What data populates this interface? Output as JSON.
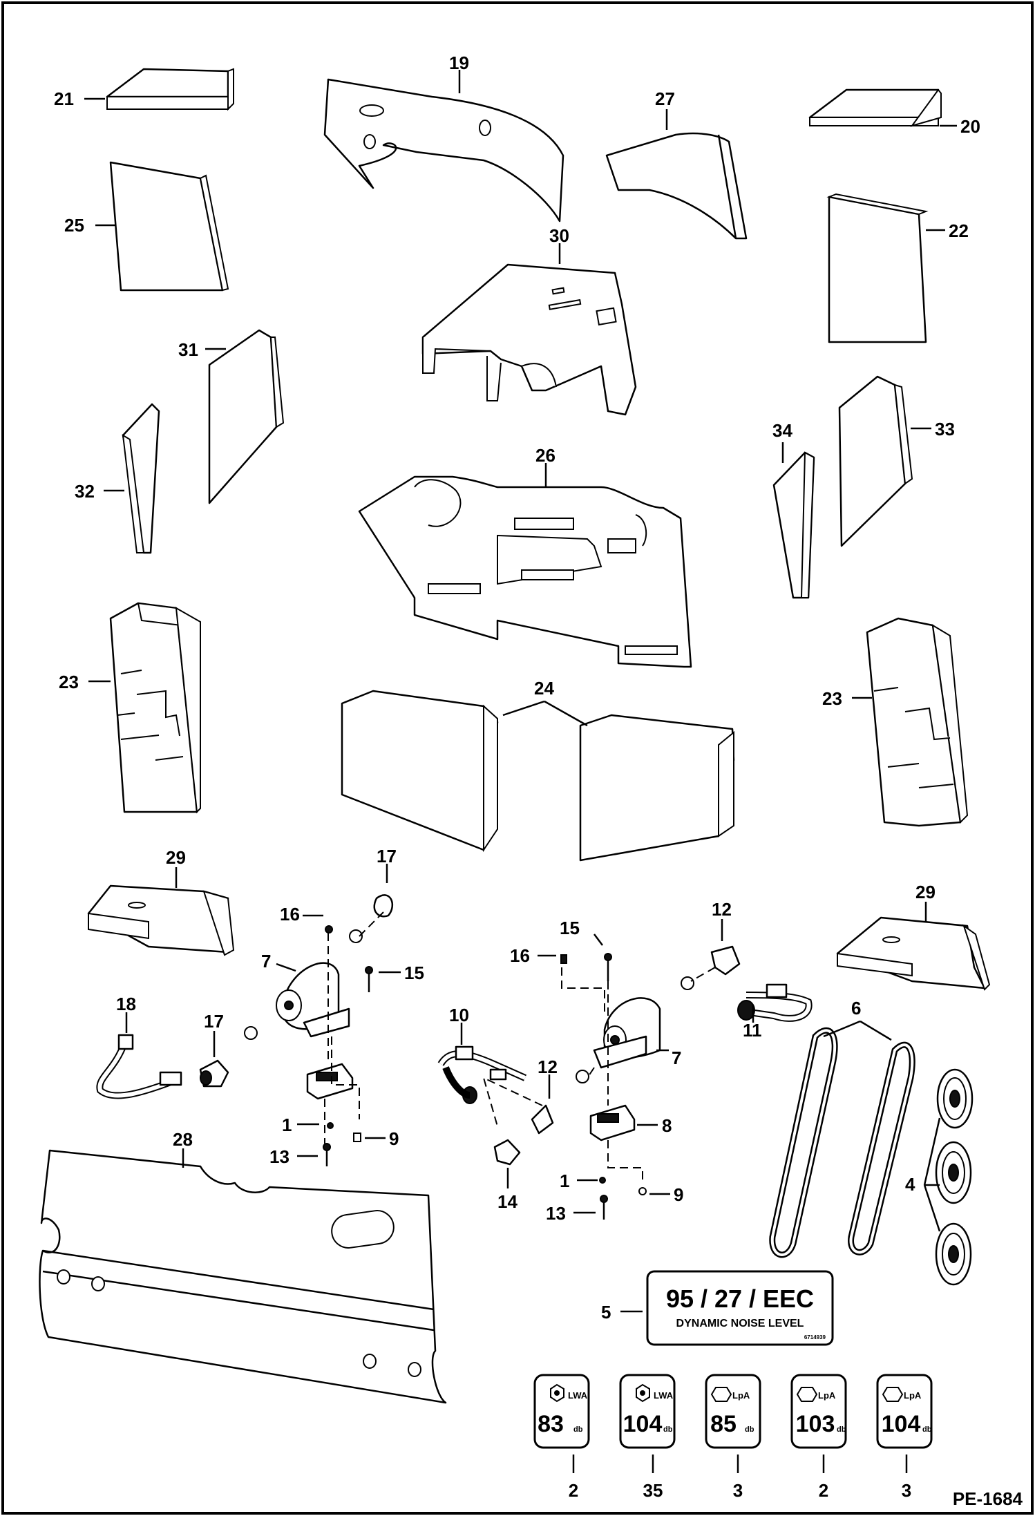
{
  "drawing_number": "PE-1684",
  "callouts": {
    "c1a": "1",
    "c1b": "1",
    "c2a": "2",
    "c2b": "2",
    "c3a": "3",
    "c3b": "3",
    "c4": "4",
    "c5": "5",
    "c6": "6",
    "c7a": "7",
    "c7b": "7",
    "c8": "8",
    "c9a": "9",
    "c9b": "9",
    "c10": "10",
    "c11": "11",
    "c12a": "12",
    "c12b": "12",
    "c13a": "13",
    "c13b": "13",
    "c14": "14",
    "c15a": "15",
    "c15b": "15",
    "c16a": "16",
    "c16b": "16",
    "c17a": "17",
    "c17b": "17",
    "c18": "18",
    "c19": "19",
    "c20": "20",
    "c21": "21",
    "c22": "22",
    "c23a": "23",
    "c23b": "23",
    "c24": "24",
    "c25": "25",
    "c26": "26",
    "c27": "27",
    "c28": "28",
    "c29a": "29",
    "c29b": "29",
    "c30": "30",
    "c31": "31",
    "c32": "32",
    "c33": "33",
    "c34": "34",
    "c35": "35"
  },
  "eec_decal": {
    "line1": "95 / 27 / EEC",
    "line2": "DYNAMIC NOISE LEVEL",
    "code": "6714939"
  },
  "noise_decals": [
    {
      "symbol": "LWA",
      "value": "83",
      "unit": "db",
      "qty": "2"
    },
    {
      "symbol": "LWA",
      "value": "104",
      "unit": "db",
      "qty": "35"
    },
    {
      "symbol": "LpA",
      "value": "85",
      "unit": "db",
      "qty": "3"
    },
    {
      "symbol": "LpA",
      "value": "103",
      "unit": "db",
      "qty": "2"
    },
    {
      "symbol": "LpA",
      "value": "104",
      "unit": "db",
      "qty": "3"
    }
  ]
}
